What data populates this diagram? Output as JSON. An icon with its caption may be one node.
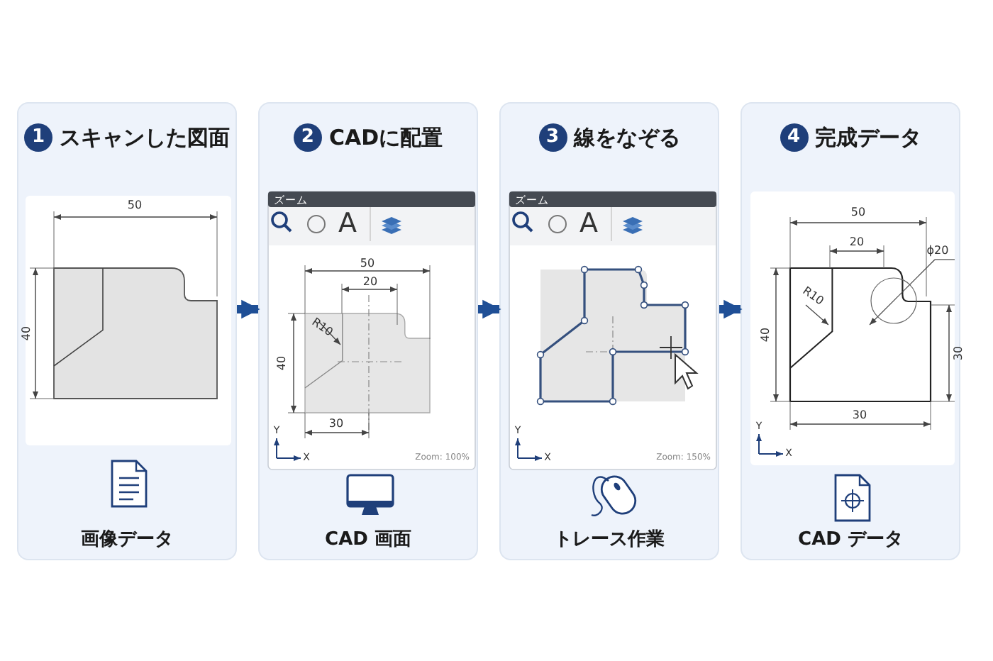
{
  "diagram": {
    "nodes": [
      {
        "text": [
          "1",
          "スキャンした図面",
          "画像データ"
        ]
      },
      {
        "text": [
          "2",
          "CADに配置",
          "CAD 画面"
        ]
      },
      {
        "text": [
          "3",
          "線をなぞる",
          "トレース作業"
        ]
      },
      {
        "text": [
          "4",
          "完成データ",
          "CAD データ"
        ]
      }
    ],
    "edges": [
      {
        "from": 0,
        "to": 1,
        "arrow": "to"
      },
      {
        "from": 1,
        "to": 2,
        "arrow": "to"
      },
      {
        "from": 2,
        "to": 3,
        "arrow": "to"
      }
    ],
    "labels": [
      "50",
      "40",
      "ズーム",
      "A",
      "50",
      "20",
      "R10",
      "40",
      "30",
      "Y",
      "X",
      "Zoom: 100%",
      "ズーム",
      "A",
      "Y",
      "X",
      "Zoom: 150%",
      "50",
      "20",
      "ϕ20",
      "R10",
      "40",
      "30",
      "30",
      "Y",
      "X"
    ]
  }
}
